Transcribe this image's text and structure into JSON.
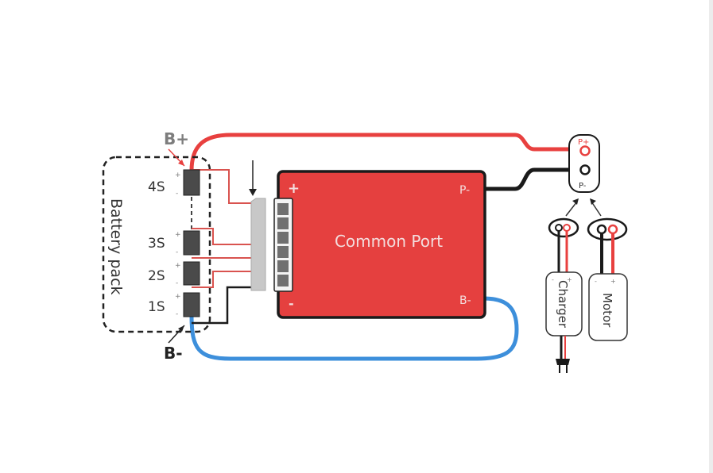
{
  "diagram": {
    "title": "BMS common port wiring",
    "battery_pack": {
      "label": "Battery pack",
      "positive_terminal": "B+",
      "negative_terminal": "B-",
      "cells": [
        {
          "label": "4S",
          "plus": "+",
          "minus": "-"
        },
        {
          "label": "3S",
          "plus": "+",
          "minus": "-"
        },
        {
          "label": "2S",
          "plus": "+",
          "minus": "-"
        },
        {
          "label": "1S",
          "plus": "+",
          "minus": "-"
        }
      ]
    },
    "board": {
      "label": "Common Port",
      "plus": "+",
      "minus": "-",
      "p_minus": "P-",
      "b_minus": "B-"
    },
    "output_port": {
      "p_plus": "P+",
      "p_minus": "P-"
    },
    "devices": [
      {
        "label": "Charger",
        "minus": "-",
        "plus": "+"
      },
      {
        "label": "Motor",
        "minus": "-",
        "plus": "+"
      }
    ],
    "colors": {
      "positive_wire": "#e8403f",
      "negative_wire": "#1a1a1a",
      "b_minus_wire": "#3d8fdb",
      "board_fill": "#e5403f",
      "cell_fill": "#4a4a4a",
      "connector_fill": "#c8c8c8"
    }
  }
}
